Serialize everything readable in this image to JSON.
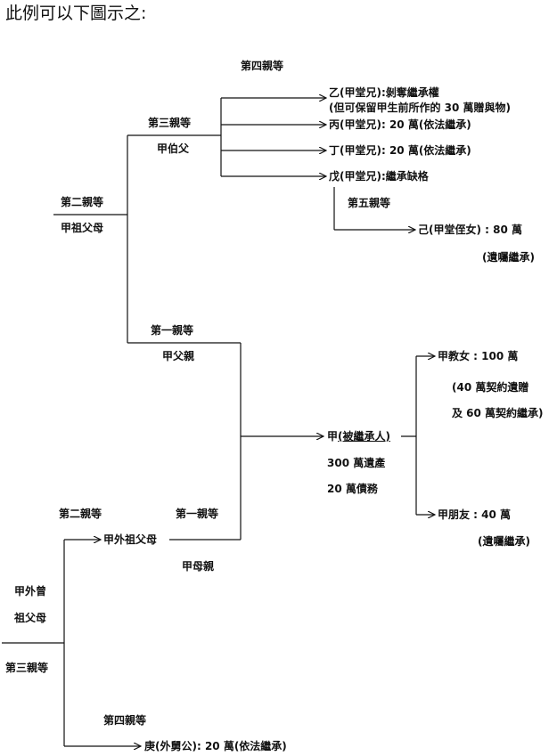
{
  "title": "此例可以下圖示之:",
  "labels": {
    "fourth_degree_top": "第四親等",
    "third_degree_top": "第三親等",
    "uncle": "甲伯父",
    "second_degree_left": "第二親等",
    "paternal_grandparents": "甲祖父母",
    "fifth_degree": "第五親等",
    "first_degree_upper": "第一親等",
    "father": "甲父親",
    "second_degree_lower": "第二親等",
    "first_degree_lower": "第一親等",
    "maternal_grandparents": "甲外祖父母",
    "mother": "甲母親",
    "great_grandparents_line1": "甲外曾",
    "great_grandparents_line2": "祖父母",
    "third_degree_bottom": "第三親等",
    "fourth_degree_bottom": "第四親等"
  },
  "cousins": {
    "yi": "乙(甲堂兄):剝奪繼承權",
    "yi_note": "(但可保留甲生前所作的 30 萬贈與物)",
    "bing": "丙(甲堂兄): 20 萬(依法繼承)",
    "ding": "丁(甲堂兄): 20 萬(依法繼承)",
    "wu": "戊(甲堂兄):繼承缺格",
    "ji": "己(甲堂侄女) : 80 萬",
    "ji_note": "(遺囑繼承)"
  },
  "decedent": {
    "name_prefix": "甲",
    "name_underlined": "(被繼承人)",
    "estate": "300 萬遺產",
    "debt": "20 萬債務"
  },
  "beneficiaries": {
    "goddaughter": "甲教女 : 100 萬",
    "goddaughter_note1": "(40 萬契約遺贈",
    "goddaughter_note2": "及 60 萬契約繼承)",
    "friend": "甲朋友 : 40 萬",
    "friend_note": "(遺囑繼承)"
  },
  "maternal": {
    "geng": "庚(外舅公): 20 萬(依法繼承)"
  }
}
